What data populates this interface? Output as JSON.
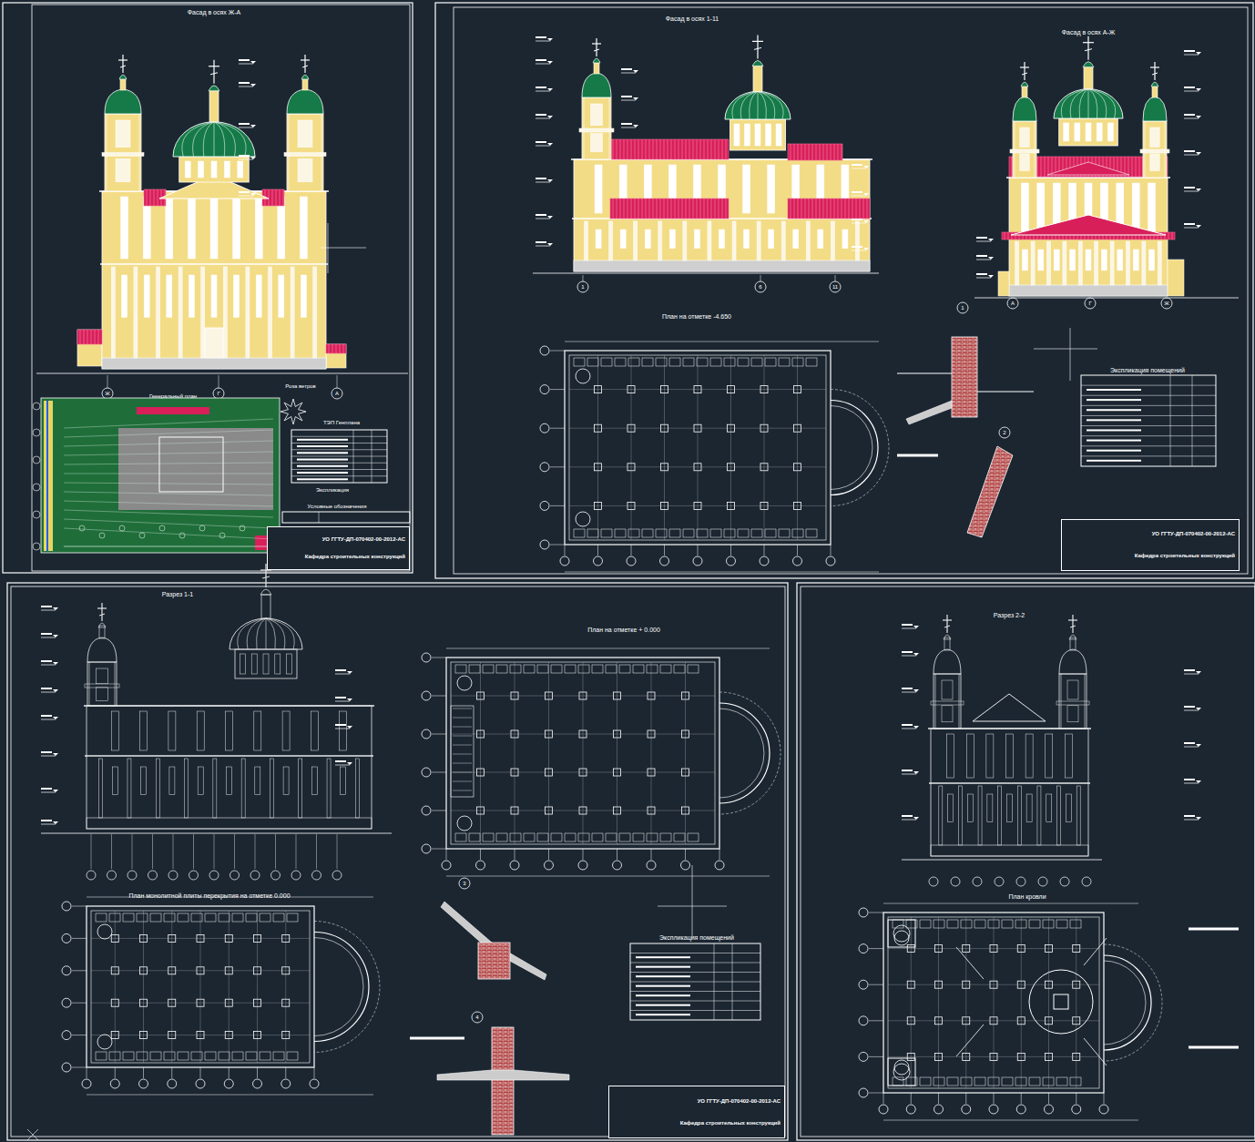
{
  "diagram": {
    "nodes": [
      {
        "text": [
          "УО ГГТУ-ДП-070402-00-2012-АС",
          "Кафедра строительных конструкций"
        ]
      },
      {
        "text": [
          "УО ГГТУ-ДП-070402-00-2012-АС",
          "Кафедра строительных конструкций"
        ]
      },
      {
        "text": [
          "УО ГГТУ-ДП-070402-00-2012-АС",
          "Кафедра строительных конструкций"
        ]
      }
    ],
    "labels": [
      "Фасад в осях Ж-А",
      "Генеральный план",
      "Роза ветров",
      "ТЭП Генплана",
      "Экспликация",
      "Условные обозначения",
      "Фасад в осях 1-11",
      "Фасад в осях А-Ж",
      "План на отметке -4.650",
      "Экспликация помещений",
      "Разрез 1-1",
      "План на отметке + 0.000",
      "План монолитной плиты перекрытия на отметке 0.000",
      "Экспликация помещений",
      "Разрез 2-2",
      "План кровли",
      "1",
      "2",
      "3",
      "4",
      "1",
      "6",
      "11",
      "А",
      "Г",
      "Ж",
      "Ж",
      "Г",
      "А"
    ]
  }
}
